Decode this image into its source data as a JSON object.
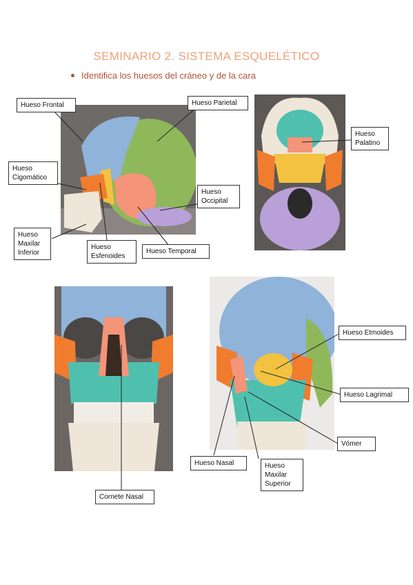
{
  "title": "SEMINARIO 2. SISTEMA ESQUELÉTICO",
  "bullet": "Identifica los huesos del cráneo y de la cara",
  "labels": {
    "frontal": "Hueso Frontal",
    "parietal": "Hueso Parietal",
    "cigomatico": "Hueso\nCigomático",
    "occipital": "Hueso\nOccipital",
    "maxilar_inferior": "Hueso\nMaxilar\nInferior",
    "esfenoides": "Hueso\nEsfenoides",
    "temporal": "Hueso Temporal",
    "palatino": "Hueso\nPalatino",
    "etmoides": "Hueso Etmoides",
    "lagrimal": "Hueso Lagrimal",
    "vomer": "Vómer",
    "nasal": "Hueso Nasal",
    "maxilar_superior": "Hueso\nMaxilar\nSuperior",
    "cornete": "Cornete Nasal"
  },
  "colors": {
    "frontal": "#8fb3d9",
    "parietal": "#8fb85a",
    "temporal": "#f49478",
    "esfenoides": "#f2c240",
    "cigomatico": "#f07c2e",
    "maxilar": "#4fc0ae",
    "occipital": "#b9a0d8",
    "mandibula": "#eee6d8"
  }
}
